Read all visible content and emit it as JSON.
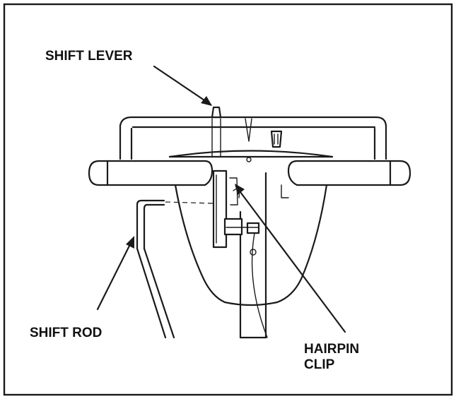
{
  "callouts": {
    "shift_lever": "SHIFT LEVER",
    "shift_rod": "SHIFT ROD",
    "hairpin_clip_line1": "HAIRPIN",
    "hairpin_clip_line2": "CLIP"
  },
  "colors": {
    "ink": "#1a1a1a",
    "background": "#ffffff"
  }
}
